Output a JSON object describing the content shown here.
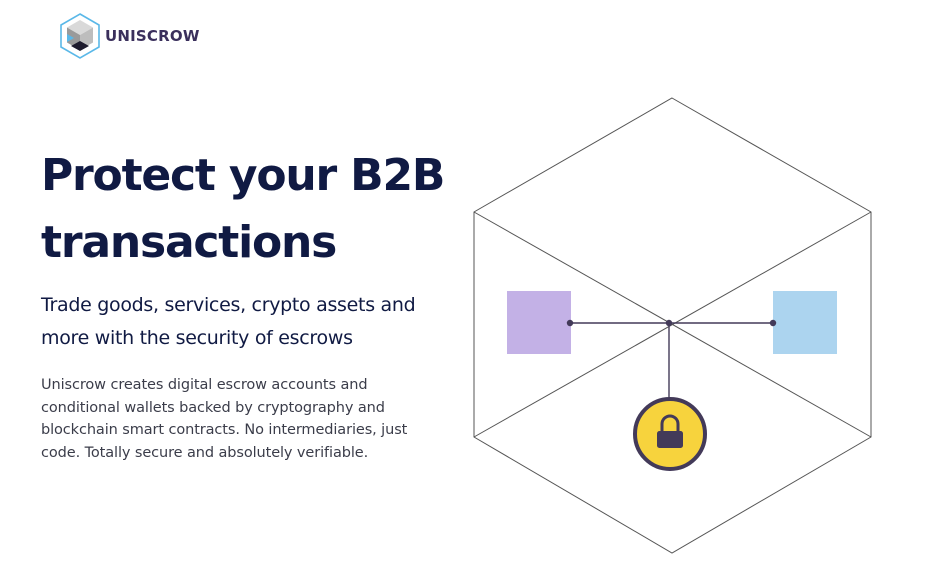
{
  "brand": {
    "name": "UNISCROW"
  },
  "hero": {
    "headline": "Protect your B2B transactions",
    "subheadline": "Trade goods, services, crypto assets and more with the security of escrows",
    "description": "Uniscrow creates digital escrow accounts and conditional wallets backed by cryptography and blockchain smart contracts. No intermediaries, just code. Totally secure and absolutely verifiable."
  },
  "illustration": {
    "icons": [
      "hexagon-cube-icon",
      "lock-icon"
    ],
    "colors": {
      "left_box": "#c3b1e6",
      "right_box": "#acd4ef",
      "lock_fill": "#f7d33d",
      "lock_stroke": "#433a59",
      "lines": "#433a59",
      "cube_outline": "#555555"
    }
  },
  "colors": {
    "headline": "#101a43",
    "body": "#3b3d4a",
    "brand_text": "#3a2f5c",
    "logo_accent": "#5ab8e8"
  }
}
